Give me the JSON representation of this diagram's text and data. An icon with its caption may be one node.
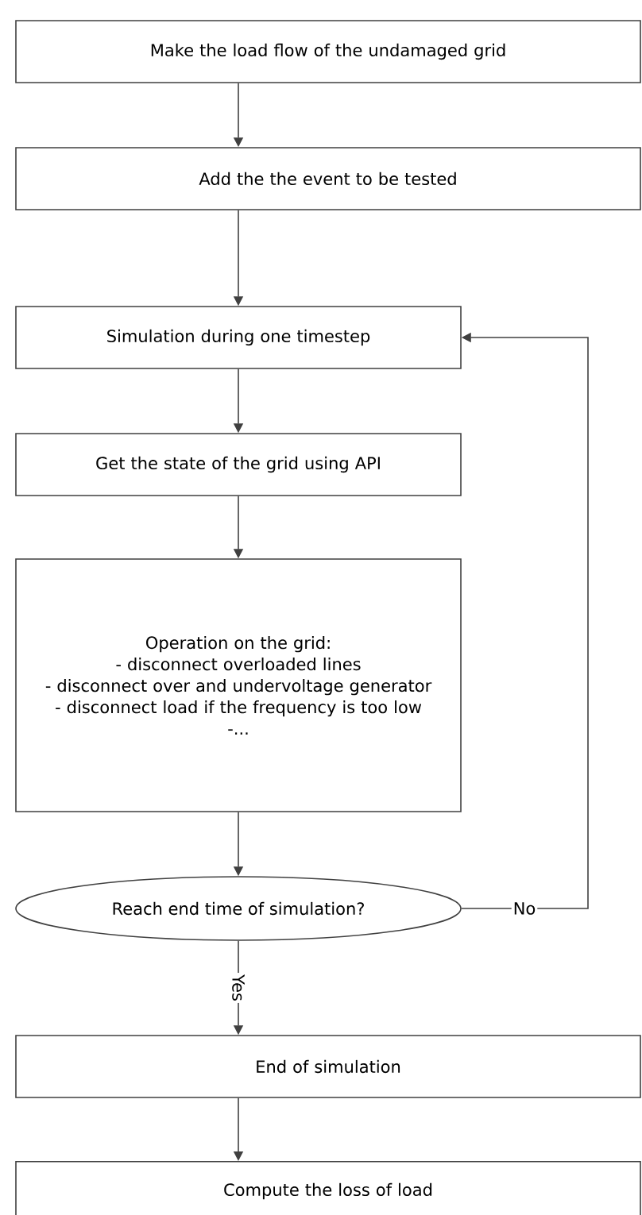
{
  "diagram": {
    "nodes": [
      {
        "text": [
          "Make the load flow of the undamaged grid"
        ]
      },
      {
        "text": [
          "Add the the event to be tested"
        ]
      },
      {
        "text": [
          "Simulation during one timestep"
        ]
      },
      {
        "text": [
          "Get the state of the grid using API"
        ]
      },
      {
        "text": [
          "Operation on the grid:",
          "- disconnect overloaded lines",
          "- disconnect over and undervoltage generator",
          "- disconnect load if the frequency is too low",
          "-..."
        ]
      },
      {
        "text": [
          "Reach end time of simulation?"
        ]
      },
      {
        "text": [
          "End of simulation"
        ]
      },
      {
        "text": [
          "Compute the loss of load"
        ]
      }
    ],
    "edges": [
      {
        "from": 0,
        "to": 1,
        "arrow": "to"
      },
      {
        "from": 1,
        "to": 2,
        "arrow": "to"
      },
      {
        "from": 2,
        "to": 3,
        "arrow": "to"
      },
      {
        "from": 3,
        "to": 4,
        "arrow": "to"
      },
      {
        "from": 4,
        "to": 5,
        "arrow": "to"
      },
      {
        "from": 5,
        "to": 2,
        "arrow": "to",
        "label": "No"
      },
      {
        "from": 5,
        "to": 6,
        "arrow": "to",
        "label": "Yes"
      },
      {
        "from": 6,
        "to": 7,
        "arrow": "to"
      }
    ]
  }
}
